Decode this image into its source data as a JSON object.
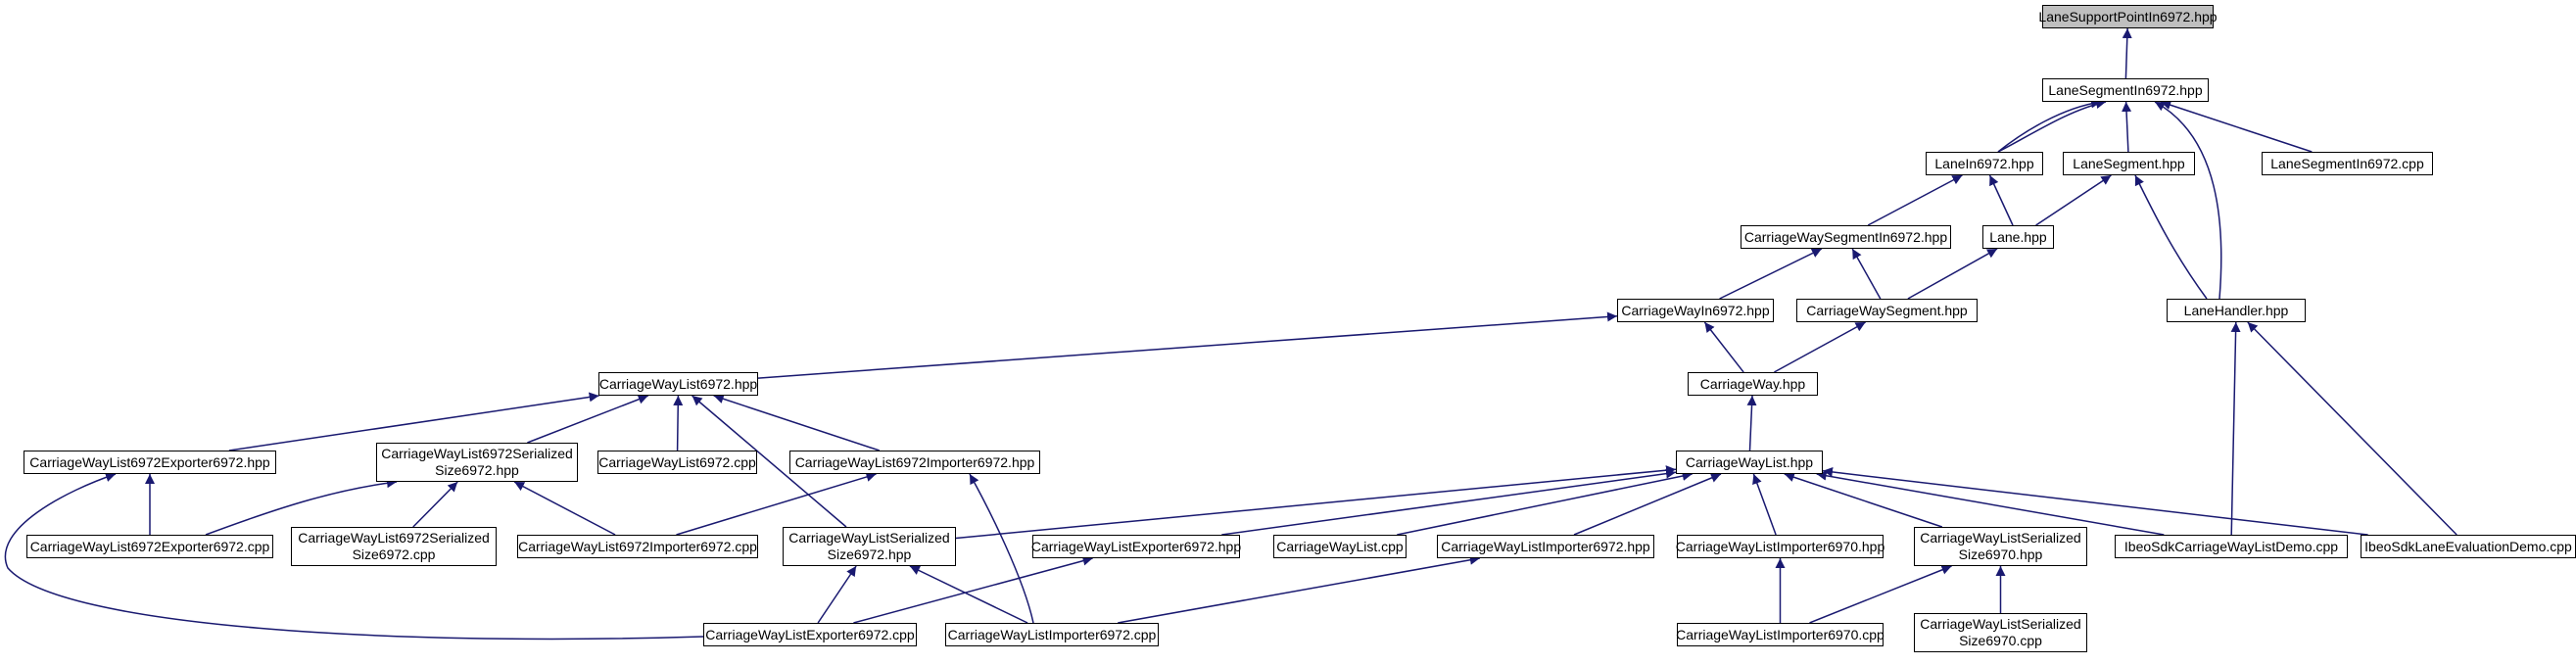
{
  "graph": {
    "nodes": [
      {
        "id": "n0",
        "label": "LaneSupportPointIn6972.hpp",
        "root": true
      },
      {
        "id": "n1",
        "label": "LaneSegmentIn6972.hpp"
      },
      {
        "id": "n2",
        "label": "LaneIn6972.hpp"
      },
      {
        "id": "n3",
        "label": "LaneSegment.hpp"
      },
      {
        "id": "n4",
        "label": "LaneSegmentIn6972.cpp"
      },
      {
        "id": "n5",
        "label": "CarriageWaySegmentIn6972.hpp"
      },
      {
        "id": "n6",
        "label": "Lane.hpp"
      },
      {
        "id": "n7",
        "label": "CarriageWayIn6972.hpp"
      },
      {
        "id": "n8",
        "label": "CarriageWaySegment.hpp"
      },
      {
        "id": "n9",
        "label": "LaneHandler.hpp"
      },
      {
        "id": "n10",
        "label": "CarriageWayList6972.hpp"
      },
      {
        "id": "n11",
        "label": "CarriageWay.hpp"
      },
      {
        "id": "n12",
        "label": "CarriageWayList6972Exporter6972.hpp"
      },
      {
        "id": "n13",
        "label": "CarriageWayList6972Serialized\nSize6972.hpp"
      },
      {
        "id": "n14",
        "label": "CarriageWayList6972.cpp"
      },
      {
        "id": "n15",
        "label": "CarriageWayList6972Importer6972.hpp"
      },
      {
        "id": "n16",
        "label": "CarriageWayList.hpp"
      },
      {
        "id": "n17",
        "label": "CarriageWayList6972Exporter6972.cpp"
      },
      {
        "id": "n18",
        "label": "CarriageWayList6972Serialized\nSize6972.cpp"
      },
      {
        "id": "n19",
        "label": "CarriageWayList6972Importer6972.cpp"
      },
      {
        "id": "n20",
        "label": "CarriageWayListSerialized\nSize6972.hpp"
      },
      {
        "id": "n21",
        "label": "CarriageWayListExporter6972.hpp"
      },
      {
        "id": "n22",
        "label": "CarriageWayList.cpp"
      },
      {
        "id": "n23",
        "label": "CarriageWayListImporter6972.hpp"
      },
      {
        "id": "n24",
        "label": "CarriageWayListImporter6970.hpp"
      },
      {
        "id": "n25",
        "label": "CarriageWayListSerialized\nSize6970.hpp"
      },
      {
        "id": "n26",
        "label": "IbeoSdkCarriageWayListDemo.cpp"
      },
      {
        "id": "n27",
        "label": "IbeoSdkLaneEvaluationDemo.cpp"
      },
      {
        "id": "n28",
        "label": "CarriageWayListExporter6972.cpp"
      },
      {
        "id": "n29",
        "label": "CarriageWayListImporter6972.cpp"
      },
      {
        "id": "n30",
        "label": "CarriageWayListImporter6970.cpp"
      },
      {
        "id": "n31",
        "label": "CarriageWayListSerialized\nSize6970.cpp"
      }
    ],
    "edges": [
      [
        "n1",
        "n0"
      ],
      [
        "n2",
        "n1"
      ],
      [
        "n1",
        "n2"
      ],
      [
        "n3",
        "n1"
      ],
      [
        "n4",
        "n1"
      ],
      [
        "n9",
        "n1"
      ],
      [
        "n5",
        "n2"
      ],
      [
        "n6",
        "n2"
      ],
      [
        "n6",
        "n3"
      ],
      [
        "n9",
        "n3"
      ],
      [
        "n7",
        "n5"
      ],
      [
        "n8",
        "n5"
      ],
      [
        "n8",
        "n6"
      ],
      [
        "n10",
        "n7"
      ],
      [
        "n11",
        "n7"
      ],
      [
        "n11",
        "n8"
      ],
      [
        "n16",
        "n11"
      ],
      [
        "n26",
        "n9"
      ],
      [
        "n27",
        "n9"
      ],
      [
        "n12",
        "n10"
      ],
      [
        "n13",
        "n10"
      ],
      [
        "n14",
        "n10"
      ],
      [
        "n15",
        "n10"
      ],
      [
        "n20",
        "n10"
      ],
      [
        "n17",
        "n12"
      ],
      [
        "n28",
        "n12"
      ],
      [
        "n17",
        "n13"
      ],
      [
        "n18",
        "n13"
      ],
      [
        "n19",
        "n13"
      ],
      [
        "n19",
        "n15"
      ],
      [
        "n29",
        "n15"
      ],
      [
        "n20",
        "n16"
      ],
      [
        "n21",
        "n16"
      ],
      [
        "n22",
        "n16"
      ],
      [
        "n23",
        "n16"
      ],
      [
        "n24",
        "n16"
      ],
      [
        "n25",
        "n16"
      ],
      [
        "n26",
        "n16"
      ],
      [
        "n27",
        "n16"
      ],
      [
        "n28",
        "n20"
      ],
      [
        "n29",
        "n20"
      ],
      [
        "n28",
        "n21"
      ],
      [
        "n29",
        "n23"
      ],
      [
        "n30",
        "n24"
      ],
      [
        "n30",
        "n25"
      ],
      [
        "n31",
        "n25"
      ]
    ],
    "edge_color": "#191970"
  }
}
